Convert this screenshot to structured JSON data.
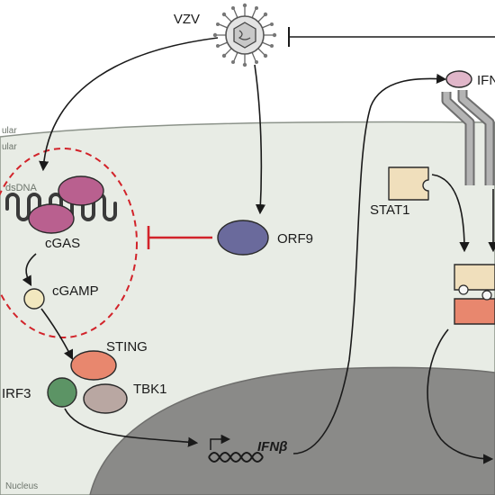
{
  "labels": {
    "vzv": "VZV",
    "ifn": "IFN",
    "extracellular": "ular",
    "intracellular": "ular",
    "dsdna": "dsDNA",
    "cgas": "cGAS",
    "cgamp": "cGAMP",
    "orf9": "ORF9",
    "stat1": "STAT1",
    "sting": "STING",
    "tbk1": "TBK1",
    "irf3": "IRF3",
    "ifnb": "IFNβ",
    "nucleus": "Nucleus"
  },
  "colors": {
    "cell": "#e8ece5",
    "cell_border": "#8c938a",
    "nucleus": "#8a8a88",
    "cgas": "#b9608f",
    "cgas_light": "#c77aa3",
    "orf9": "#6a6a9c",
    "cgamp": "#f2e8bf",
    "stat1": "#f0dfbc",
    "sting": "#e8876e",
    "irf3": "#5c9465",
    "tbk1": "#b9a7a2",
    "receptor": "#a8a8a8",
    "ifn_ligand": "#e0b6c9",
    "inhibition": "#d2232a",
    "arrow": "#1a1a1a"
  }
}
